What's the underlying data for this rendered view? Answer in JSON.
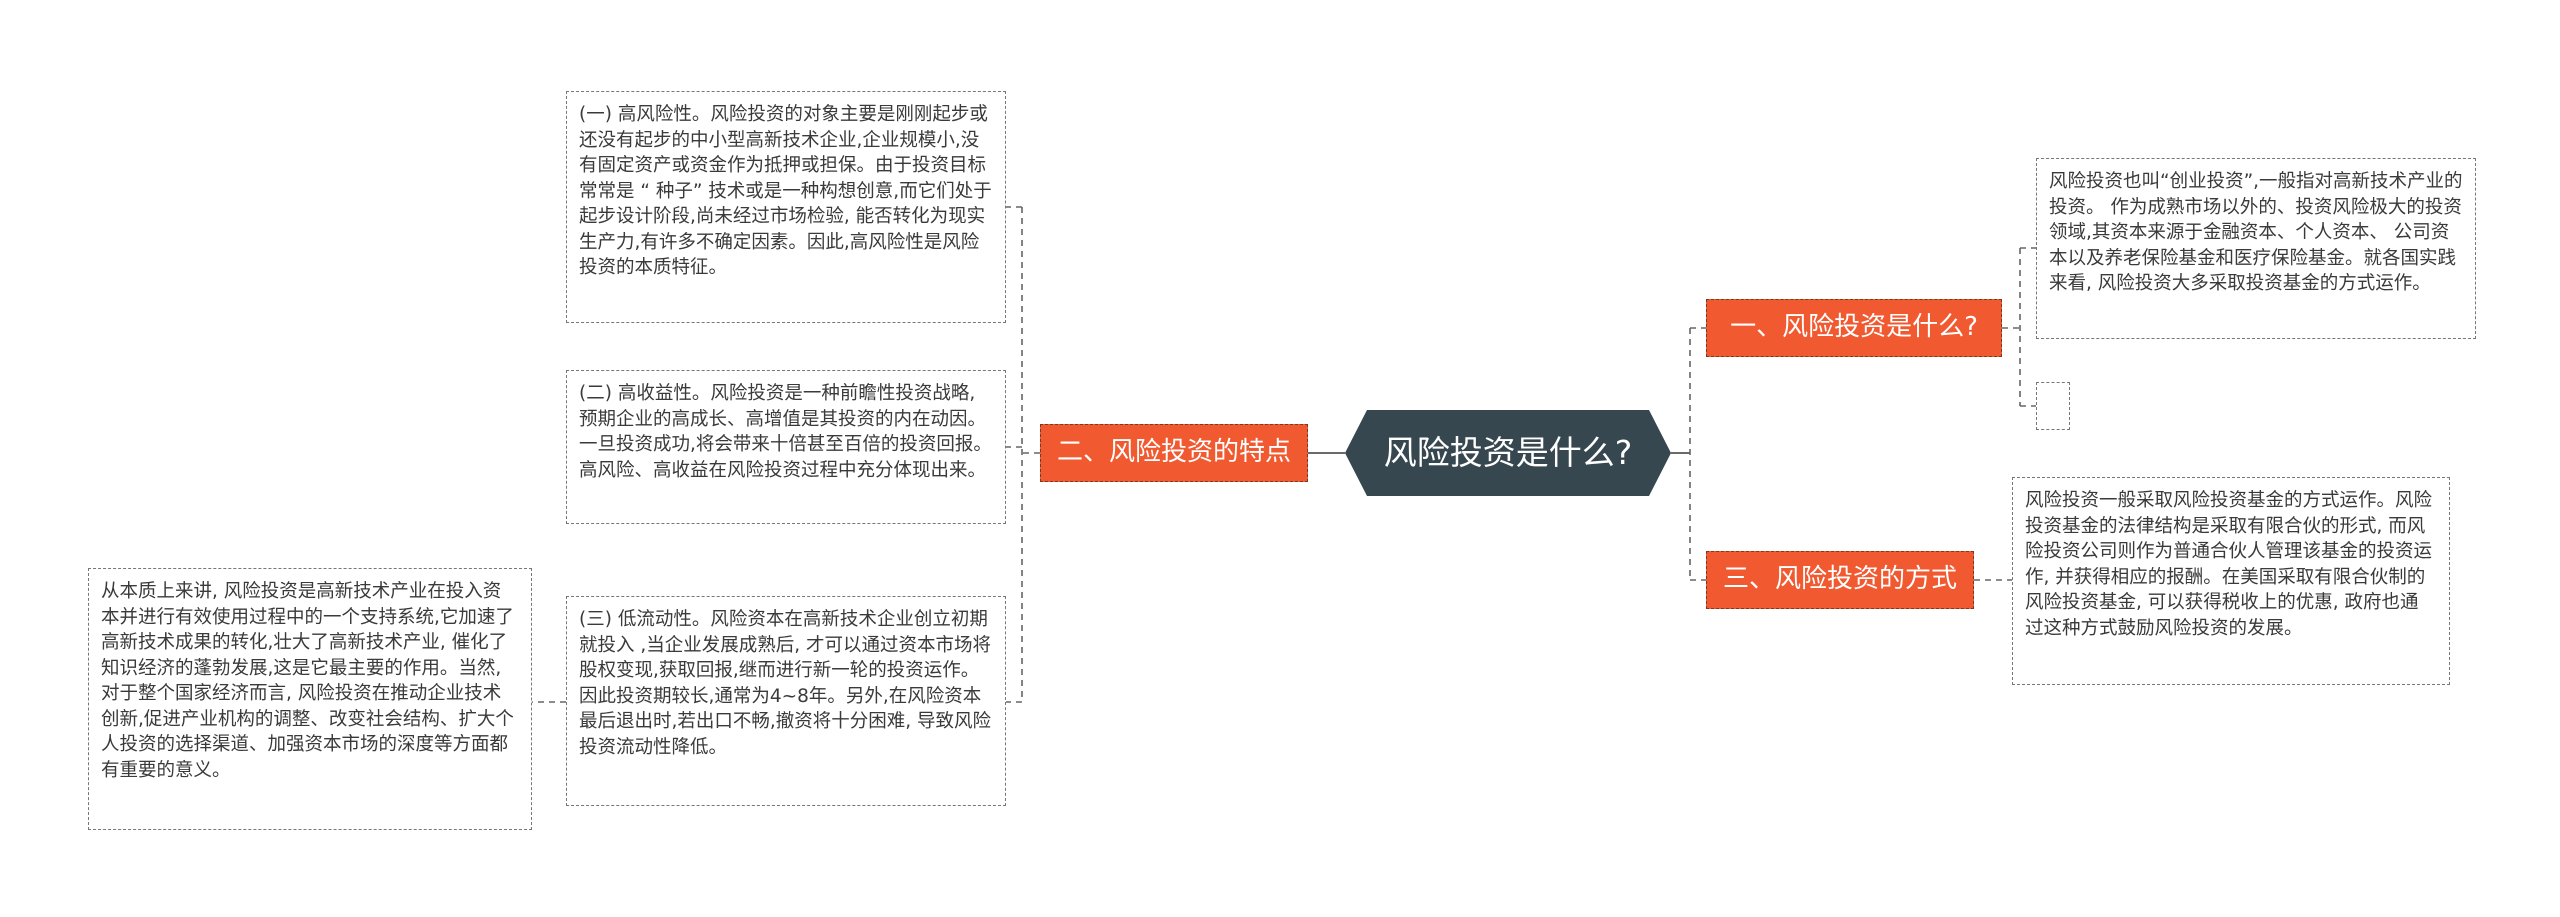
{
  "root": {
    "label": "风险投资是什么?"
  },
  "branches": {
    "what": {
      "label": "一、风险投资是什么?"
    },
    "traits": {
      "label": "二、风险投资的特点"
    },
    "method": {
      "label": "三、风险投资的方式"
    }
  },
  "notes": {
    "what_desc": "风险投资也叫“创业投资”,一般指对高新技术产业的投资。 作为成熟市场以外的、投资风险极大的投资领域,其资本来源于金融资本、个人资本、 公司资本以及养老保险基金和医疗保险基金。就各国实践来看, 风险投资大多采取投资基金的方式运作。",
    "trait_1": "(一) 高风险性。风险投资的对象主要是刚刚起步或还没有起步的中小型高新技术企业,企业规模小,没有固定资产或资金作为抵押或担保。由于投资目标常常是 “ 种子” 技术或是一种构想创意,而它们处于起步设计阶段,尚未经过市场检验, 能否转化为现实生产力,有许多不确定因素。因此,高风险性是风险投资的本质特征。",
    "trait_2": "(二) 高收益性。风险投资是一种前瞻性投资战略,预期企业的高成长、高增值是其投资的内在动因。一旦投资成功,将会带来十倍甚至百倍的投资回报。 高风险、高收益在风险投资过程中充分体现出来。",
    "trait_3": "(三) 低流动性。风险资本在高新技术企业创立初期就投入 ,当企业发展成熟后, 才可以通过资本市场将股权变现,获取回报,继而进行新一轮的投资运作。因此投资期较长,通常为4~8年。另外,在风险资本最后退出时,若出口不畅,撤资将十分困难, 导致风险投资流动性降低。",
    "trait_3_child": "从本质上来讲, 风险投资是高新技术产业在投入资本并进行有效使用过程中的一个支持系统,它加速了高新技术成果的转化,壮大了高新技术产业, 催化了知识经济的蓬勃发展,这是它最主要的作用。当然,对于整个国家经济而言, 风险投资在推动企业技术创新,促进产业机构的调整、改变社会结构、扩大个人投资的选择渠道、加强资本市场的深度等方面都有重要的意义。",
    "method_desc": "风险投资一般采取风险投资基金的方式运作。风险投资基金的法律结构是采取有限合伙的形式, 而风险投资公司则作为普通合伙人管理该基金的投资运作, 并获得相应的报酬。在美国采取有限合伙制的风险投资基金, 可以获得税收上的优惠, 政府也通过这种方式鼓励风险投资的发展。"
  },
  "colors": {
    "root": "#37474f",
    "branch": "#f15a30",
    "line": "#555555"
  }
}
